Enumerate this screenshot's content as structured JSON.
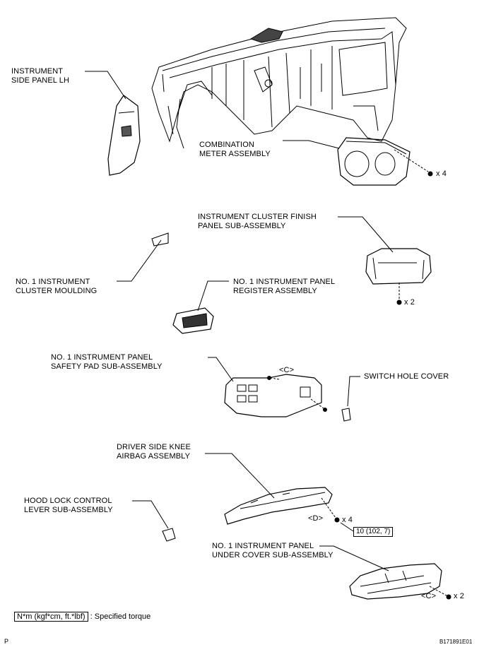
{
  "labels": {
    "side_panel_lh": [
      "INSTRUMENT",
      "SIDE PANEL LH"
    ],
    "combination_meter": [
      "COMBINATION",
      "METER ASSEMBLY"
    ],
    "cluster_finish_panel": [
      "INSTRUMENT CLUSTER FINISH",
      "PANEL SUB-ASSEMBLY"
    ],
    "cluster_moulding": [
      "NO. 1 INSTRUMENT",
      "CLUSTER MOULDING"
    ],
    "panel_register": [
      "NO. 1 INSTRUMENT PANEL",
      "REGISTER ASSEMBLY"
    ],
    "safety_pad": [
      "NO. 1 INSTRUMENT PANEL",
      "SAFETY PAD SUB-ASSEMBLY"
    ],
    "switch_hole_cover": [
      "SWITCH HOLE COVER"
    ],
    "knee_airbag": [
      "DRIVER SIDE KNEE",
      "AIRBAG ASSEMBLY"
    ],
    "hood_lock_lever": [
      "HOOD LOCK CONTROL",
      "LEVER SUB-ASSEMBLY"
    ],
    "under_cover": [
      "NO. 1 INSTRUMENT PANEL",
      "UNDER COVER SUB-ASSEMBLY"
    ]
  },
  "quantities": {
    "meter_screws": "x 4",
    "finish_panel_clips": "x 2",
    "knee_airbag_bolts": "x 4",
    "under_cover_screws": "x 2"
  },
  "markers": {
    "c_upper": "<C>",
    "d": "<D>",
    "c_lower": "<C>"
  },
  "torque_value": "10 (102, 7)",
  "legend": {
    "unit_box": "N*m (kgf*cm, ft.*lbf)",
    "text": ": Specified torque"
  },
  "footer": {
    "left_code": "P",
    "right_code": "B171891E01"
  }
}
